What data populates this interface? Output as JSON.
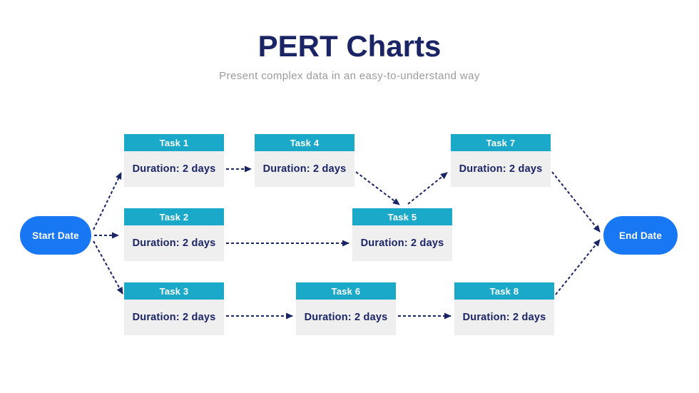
{
  "header": {
    "title": "PERT Charts",
    "subtitle": "Present complex data in an easy-to-understand way"
  },
  "colors": {
    "navy": "#1B2565",
    "teal": "#1BA9C9",
    "blue": "#1877F2",
    "gray_bg": "#EFEFEF",
    "subtitle_gray": "#9B9B9B",
    "white": "#FFFFFF"
  },
  "diagram": {
    "start": {
      "label": "Start Date"
    },
    "end": {
      "label": "End Date"
    },
    "tasks": [
      {
        "name": "Task 1",
        "duration": "Duration: 2 days"
      },
      {
        "name": "Task 2",
        "duration": "Duration: 2 days"
      },
      {
        "name": "Task 3",
        "duration": "Duration: 2 days"
      },
      {
        "name": "Task 4",
        "duration": "Duration: 2 days"
      },
      {
        "name": "Task 5",
        "duration": "Duration: 2 days"
      },
      {
        "name": "Task 6",
        "duration": "Duration: 2 days"
      },
      {
        "name": "Task 7",
        "duration": "Duration: 2 days"
      },
      {
        "name": "Task 8",
        "duration": "Duration: 2 days"
      }
    ],
    "edges": [
      {
        "from": "Start Date",
        "to": "Task 1"
      },
      {
        "from": "Start Date",
        "to": "Task 2"
      },
      {
        "from": "Start Date",
        "to": "Task 3"
      },
      {
        "from": "Task 1",
        "to": "Task 4"
      },
      {
        "from": "Task 4",
        "to": "Task 5"
      },
      {
        "from": "Task 2",
        "to": "Task 5"
      },
      {
        "from": "Task 5",
        "to": "Task 7"
      },
      {
        "from": "Task 3",
        "to": "Task 6"
      },
      {
        "from": "Task 6",
        "to": "Task 8"
      },
      {
        "from": "Task 7",
        "to": "End Date"
      },
      {
        "from": "Task 8",
        "to": "End Date"
      }
    ]
  }
}
